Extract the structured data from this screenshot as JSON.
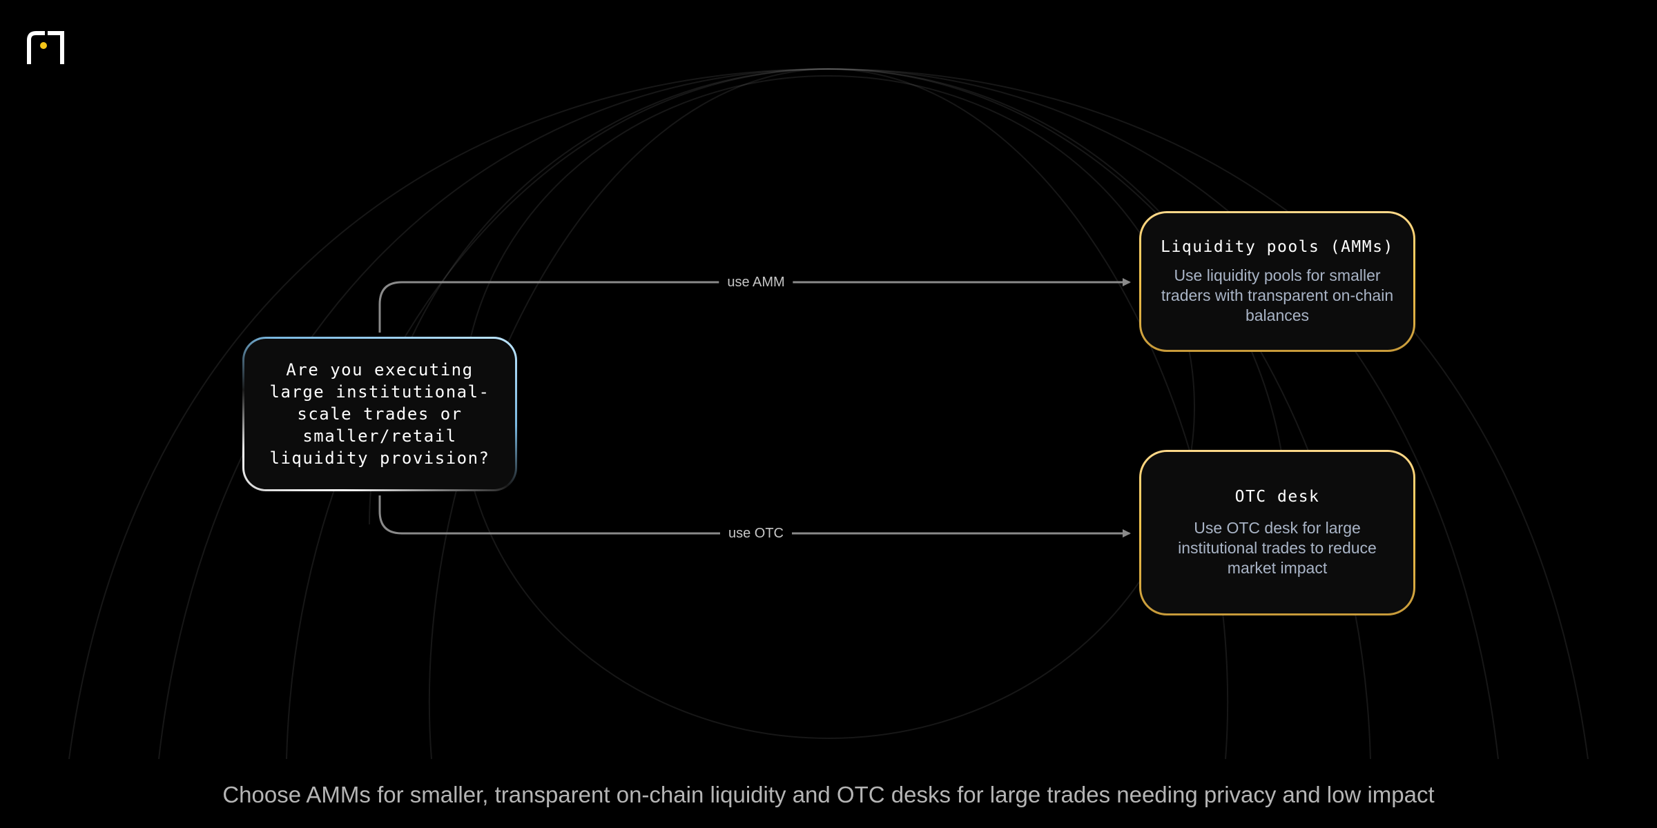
{
  "logo": {
    "icon": "brand-logo-icon",
    "accent_color": "#f5c518",
    "color": "#ffffff"
  },
  "diagram": {
    "question": "Are you executing large institutional-scale trades or smaller/retail liquidity provision?",
    "edges": [
      {
        "label": "use AMM",
        "to": "Liquidity pools (AMMs)"
      },
      {
        "label": "use OTC",
        "to": "OTC desk"
      }
    ],
    "results": [
      {
        "title": "Liquidity pools (AMMs)",
        "description": "Use liquidity pools for smaller traders with transparent on-chain balances"
      },
      {
        "title": "OTC desk",
        "description": "Use OTC desk for large institutional trades to reduce market impact"
      }
    ]
  },
  "caption": "Choose AMMs for smaller, transparent on-chain liquidity and OTC desks for large trades needing privacy and low impact",
  "colors": {
    "background": "#000000",
    "result_border": "#f5c54e",
    "question_border": "#bfe6ff",
    "edge": "#8a8a8a",
    "description_text": "#a9b4c6"
  }
}
